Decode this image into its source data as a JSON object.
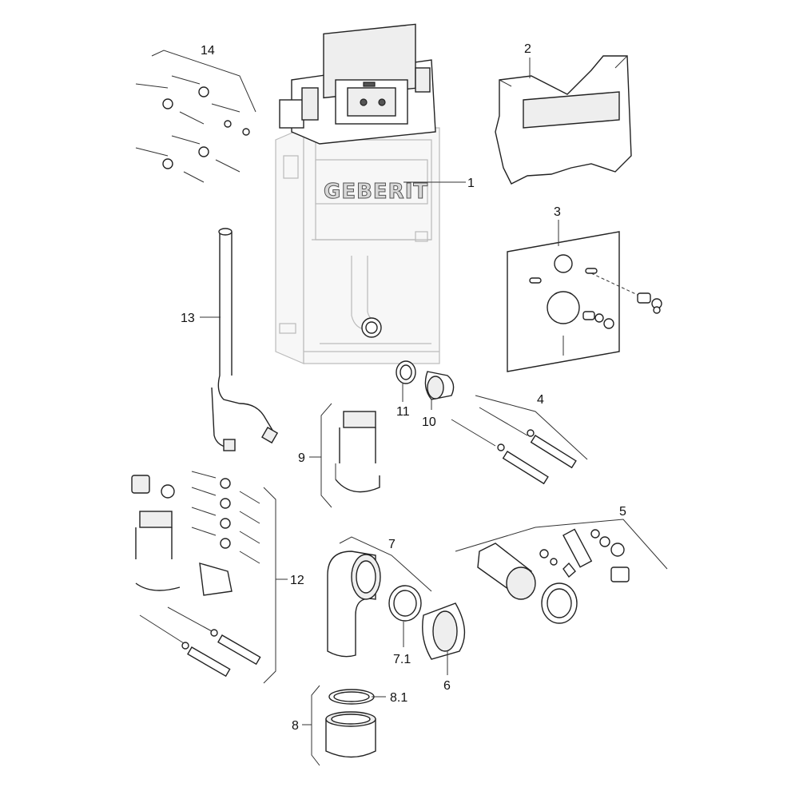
{
  "diagram": {
    "brand_text": "GEBERIT",
    "callouts": {
      "c1": "1",
      "c2": "2",
      "c3": "3",
      "c4": "4",
      "c5": "5",
      "c6": "6",
      "c7": "7",
      "c7_1": "7.1",
      "c8": "8",
      "c8_1": "8.1",
      "c9": "9",
      "c10": "10",
      "c11": "11",
      "c12": "12",
      "c13": "13",
      "c14": "14"
    }
  }
}
